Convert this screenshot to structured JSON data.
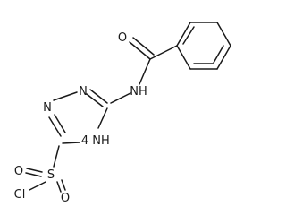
{
  "molecule": {
    "atoms": {
      "o_carbonyl": "O",
      "nh_amide": "NH",
      "n1": "N",
      "n2": "N",
      "nh_ring": "NH",
      "ring_h_number": "4",
      "s": "S",
      "o_s_left": "O",
      "o_s_bottom": "O",
      "cl": "Cl"
    }
  }
}
